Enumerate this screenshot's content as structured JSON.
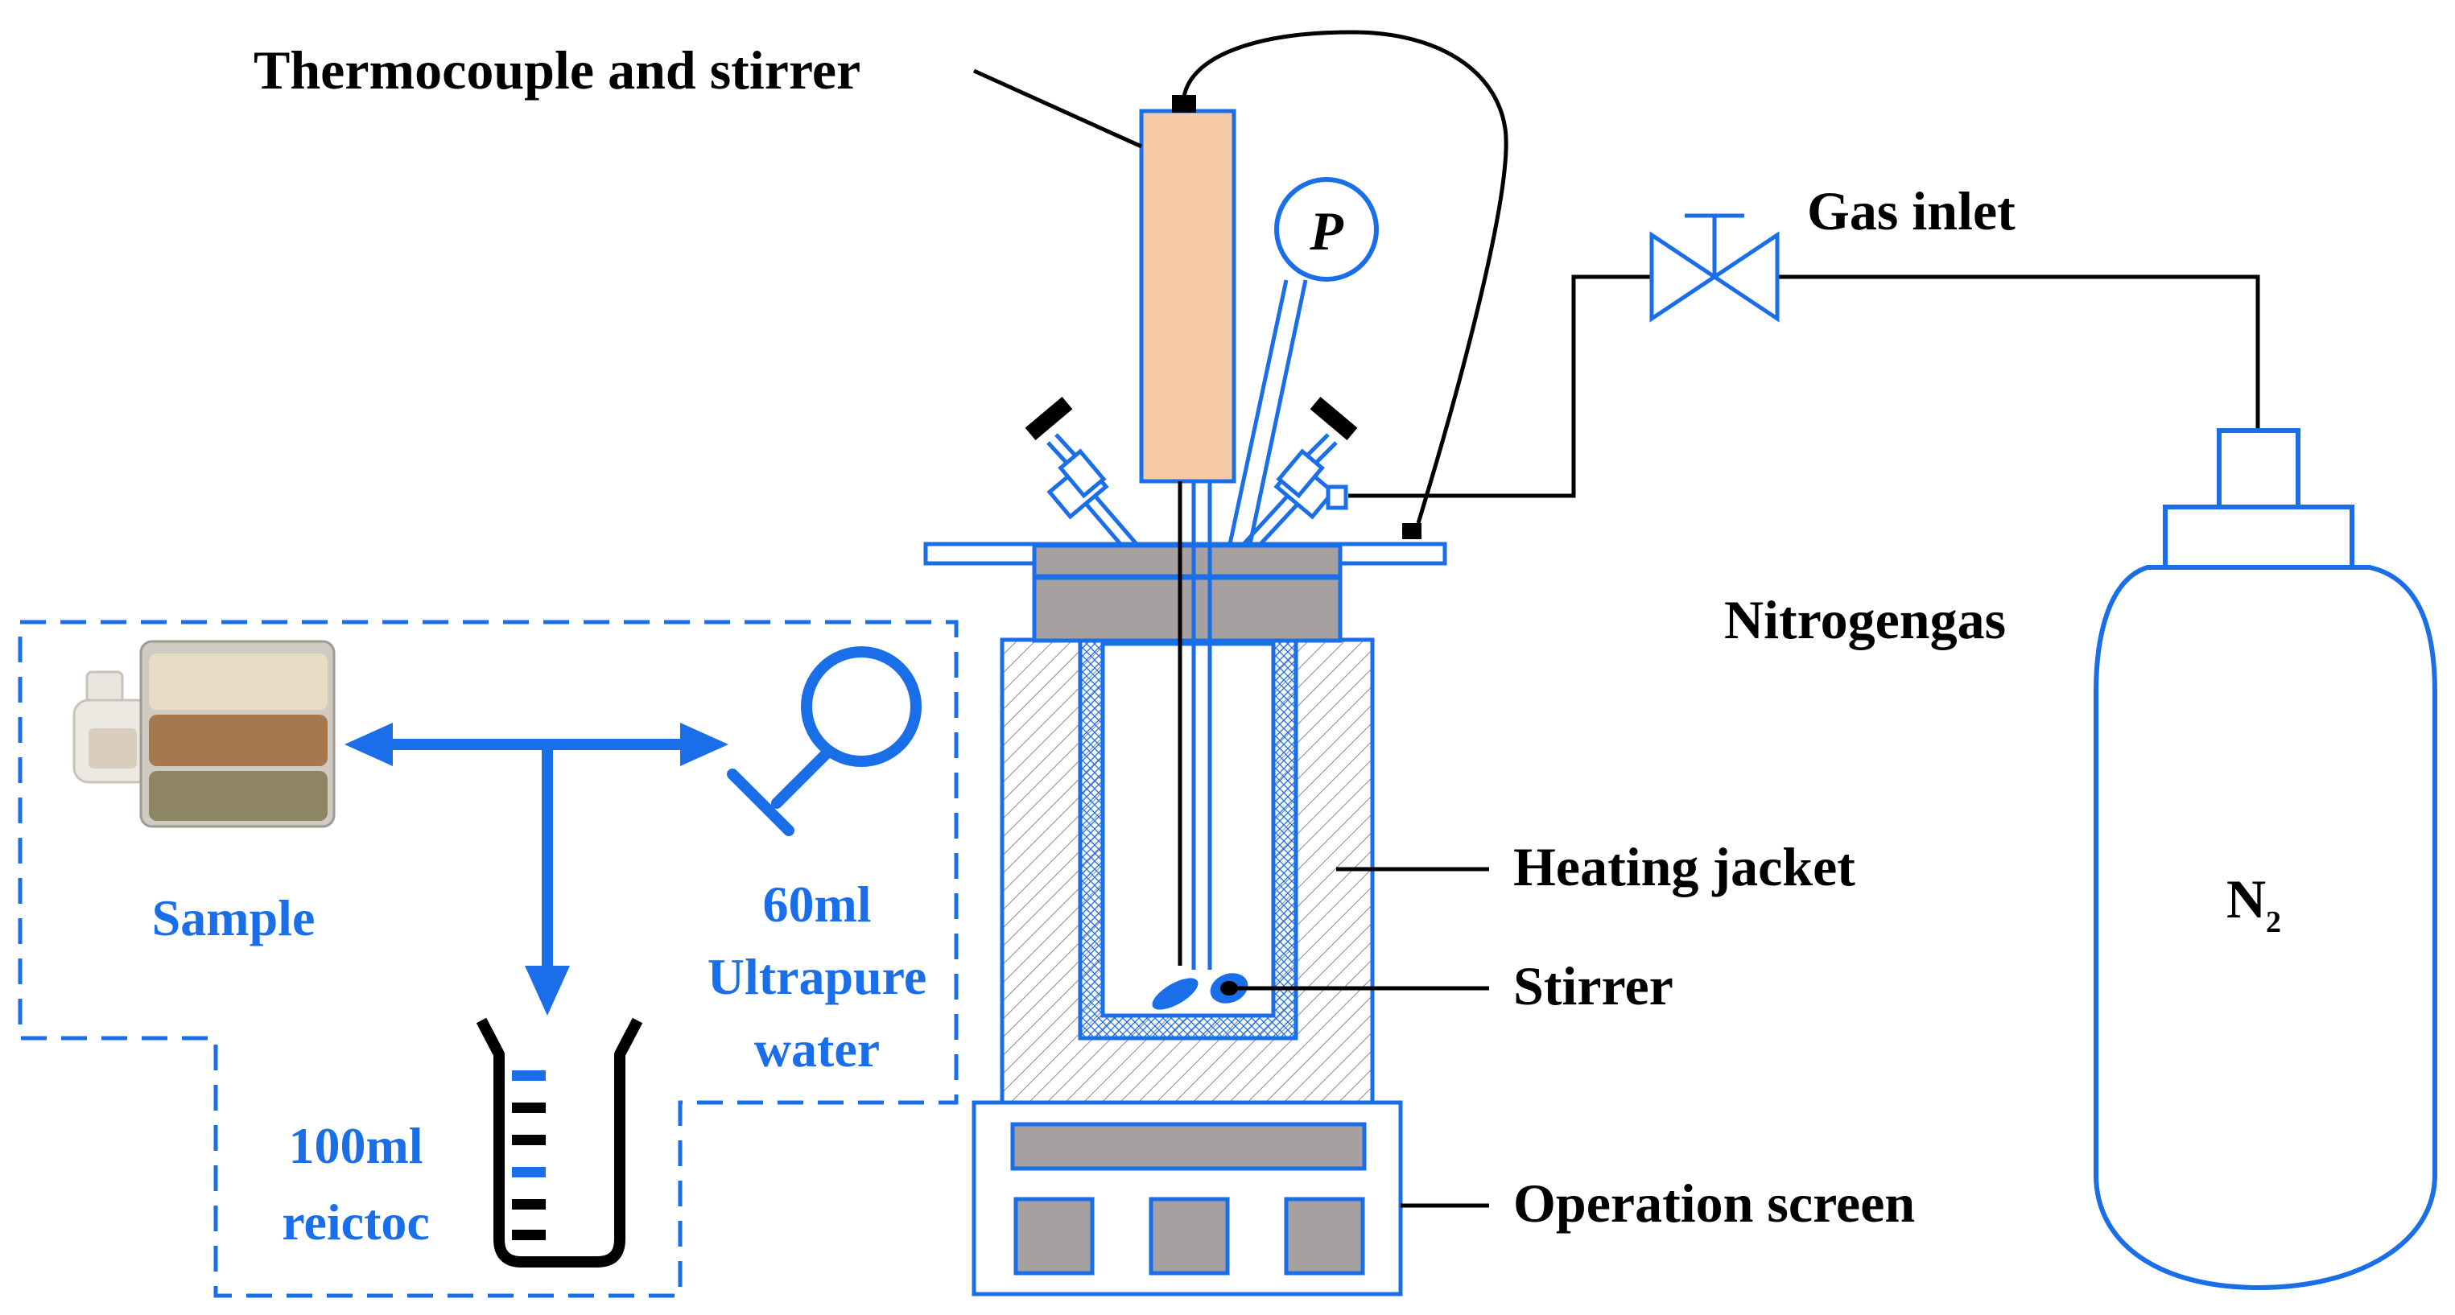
{
  "labels": {
    "thermocouple": "Thermocouple and stirrer",
    "gas_inlet": "Gas inlet",
    "nitrogen_gas": "Nitrogengas",
    "heating_jacket": "Heating jacket",
    "stirrer": "Stirrer",
    "operation_screen": "Operation screen",
    "n2_main": "N",
    "n2_sub": "2",
    "pressure_gauge": "P",
    "sample": "Sample",
    "water_line1": "60ml",
    "water_line2": "Ultrapure",
    "water_line3": "water",
    "reactor_line1": "100ml",
    "reactor_line2": "reictoc"
  },
  "colors": {
    "blue": "#1a6fe8",
    "black": "#000000",
    "peach": "#f8cba8",
    "gray": "#a6a0a0",
    "hatch": "#8c8c8c",
    "sample_cream": "#e8dcc4",
    "sample_brown": "#a6784e",
    "sample_olive": "#8e8662"
  },
  "icons": {
    "valve": "gas-valve-icon",
    "gauge": "pressure-gauge-icon",
    "bottle": "sample-bottle-icon",
    "bags": "sample-bags-icon",
    "dropper": "dropper-icon",
    "beaker": "beaker-icon"
  }
}
